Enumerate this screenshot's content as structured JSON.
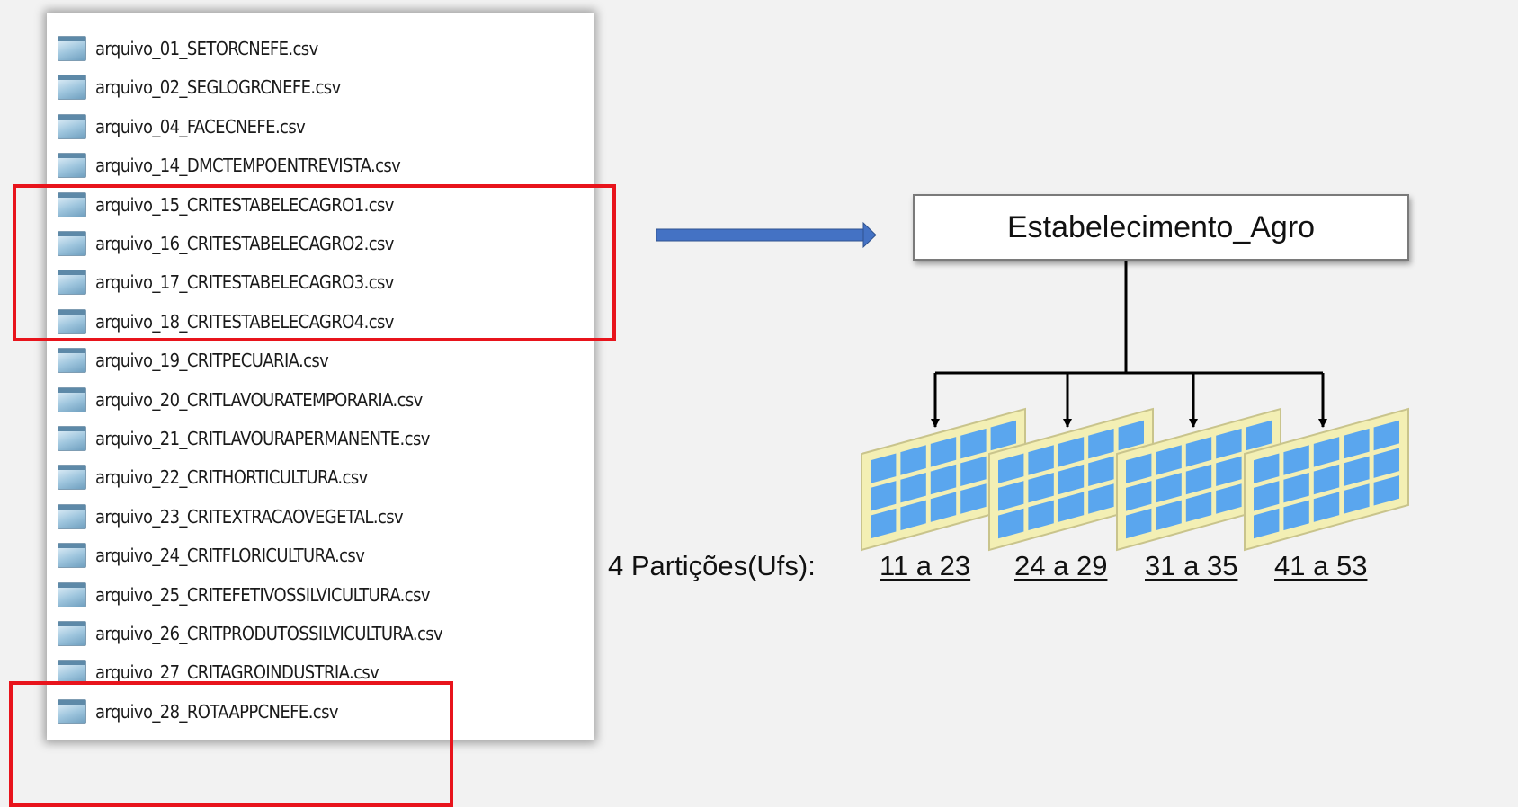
{
  "files": [
    "arquivo_01_SETORCNEFE.csv",
    "arquivo_02_SEGLOGRCNEFE.csv",
    "arquivo_04_FACECNEFE.csv",
    "arquivo_14_DMCTEMPOENTREVISTA.csv",
    "arquivo_15_CRITESTABELECAGRO1.csv",
    "arquivo_16_CRITESTABELECAGRO2.csv",
    "arquivo_17_CRITESTABELECAGRO3.csv",
    "arquivo_18_CRITESTABELECAGRO4.csv",
    "arquivo_19_CRITPECUARIA.csv",
    "arquivo_20_CRITLAVOURATEMPORARIA.csv",
    "arquivo_21_CRITLAVOURAPERMANENTE.csv",
    "arquivo_22_CRITHORTICULTURA.csv",
    "arquivo_23_CRITEXTRACAOVEGETAL.csv",
    "arquivo_24_CRITFLORICULTURA.csv",
    "arquivo_25_CRITEFETIVOSSILVICULTURA.csv",
    "arquivo_26_CRITPRODUTOSSILVICULTURA.csv",
    "arquivo_27_CRITAGROINDUSTRIA.csv",
    "arquivo_28_ROTAAPPCNEFE.csv"
  ],
  "entity": {
    "name": "Estabelecimento_Agro"
  },
  "partitions": {
    "label": "4 Partições(Ufs):",
    "ranges": [
      "11 a 23",
      "24 a 29",
      "31 a 35",
      "41 a 53"
    ]
  },
  "colors": {
    "highlight": "#e8141c",
    "arrow": "#4472c4",
    "table_frame": "#f3efb4",
    "table_cell": "#5aa6ee"
  },
  "icons": {
    "file": "csv-file-icon",
    "table": "table-grid-icon"
  }
}
